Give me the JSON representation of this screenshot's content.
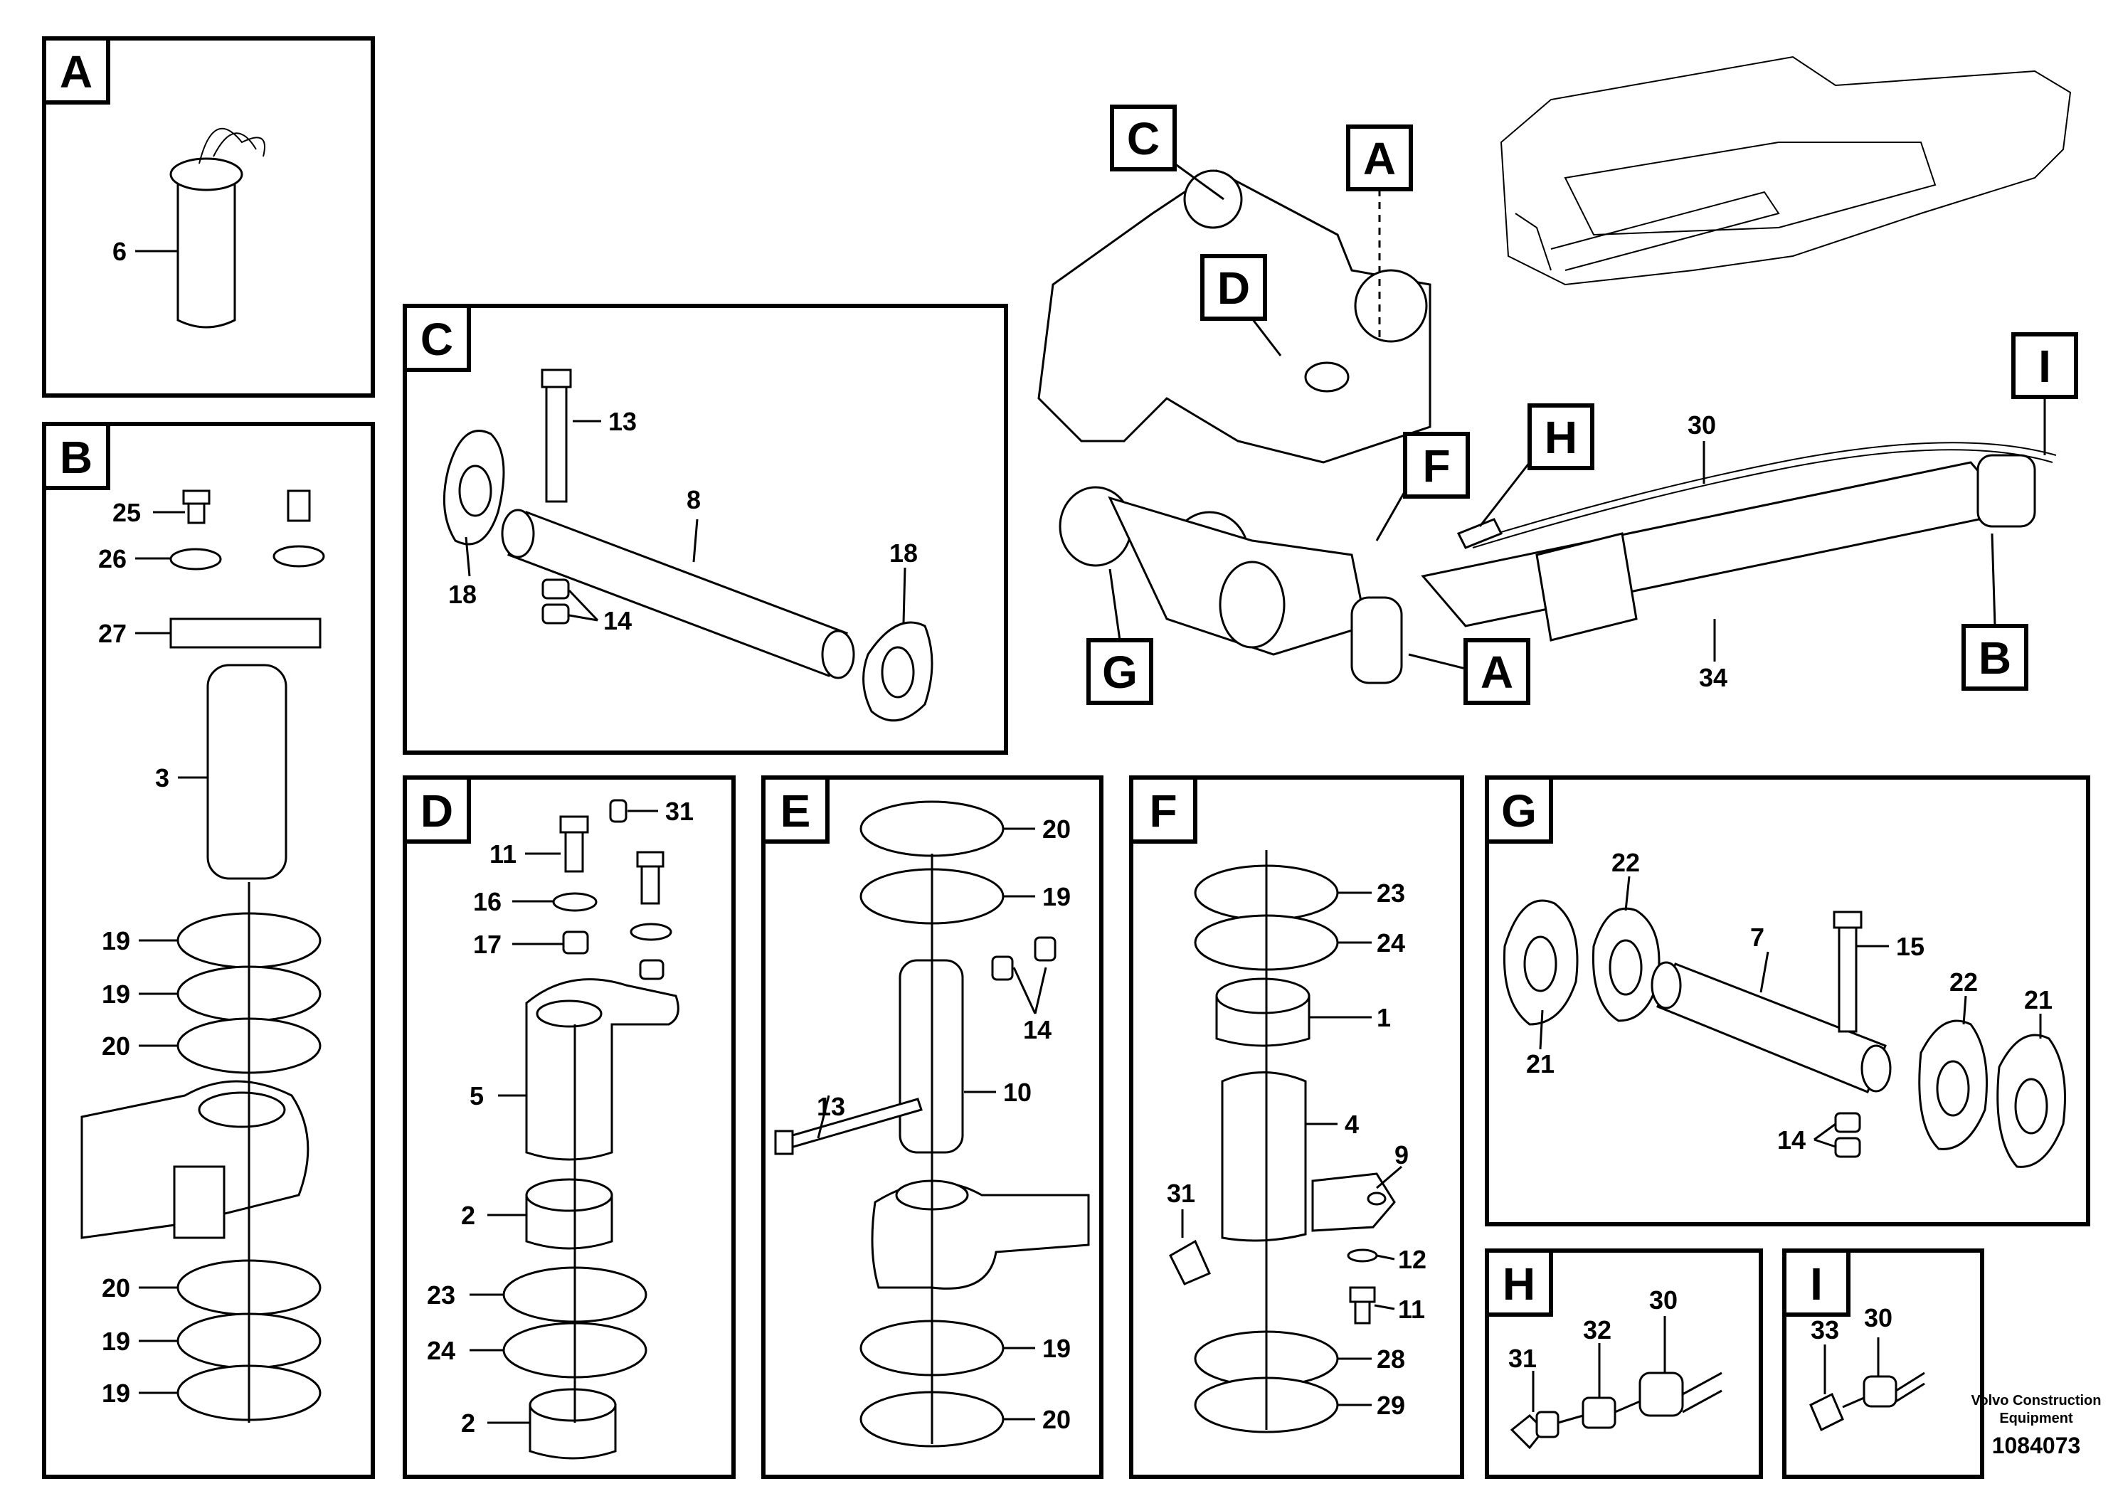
{
  "panels": {
    "A": {
      "letter": "A",
      "labels": [
        "6"
      ]
    },
    "B": {
      "letter": "B",
      "labels": [
        "25",
        "26",
        "27",
        "3",
        "19",
        "19",
        "20",
        "20",
        "19",
        "19"
      ]
    },
    "C": {
      "letter": "C",
      "labels": [
        "13",
        "8",
        "18",
        "18",
        "14"
      ]
    },
    "D": {
      "letter": "D",
      "labels": [
        "31",
        "11",
        "16",
        "17",
        "5",
        "2",
        "23",
        "24",
        "2"
      ]
    },
    "E": {
      "letter": "E",
      "labels": [
        "20",
        "19",
        "14",
        "13",
        "10",
        "19",
        "20"
      ]
    },
    "F": {
      "letter": "F",
      "labels": [
        "23",
        "24",
        "1",
        "4",
        "9",
        "31",
        "12",
        "11",
        "28",
        "29"
      ]
    },
    "G": {
      "letter": "G",
      "labels": [
        "22",
        "7",
        "15",
        "22",
        "21",
        "21",
        "14"
      ]
    },
    "H": {
      "letter": "H",
      "labels": [
        "30",
        "31",
        "32"
      ]
    },
    "I": {
      "letter": "I",
      "labels": [
        "33",
        "30"
      ]
    }
  },
  "overview": {
    "callouts": [
      "C",
      "A",
      "D",
      "H",
      "I",
      "F",
      "G",
      "A",
      "B"
    ],
    "labels": [
      "30",
      "34"
    ]
  },
  "footer": {
    "company_line1": "Volvo Construction",
    "company_line2": "Equipment",
    "drawing_number": "1084073"
  }
}
